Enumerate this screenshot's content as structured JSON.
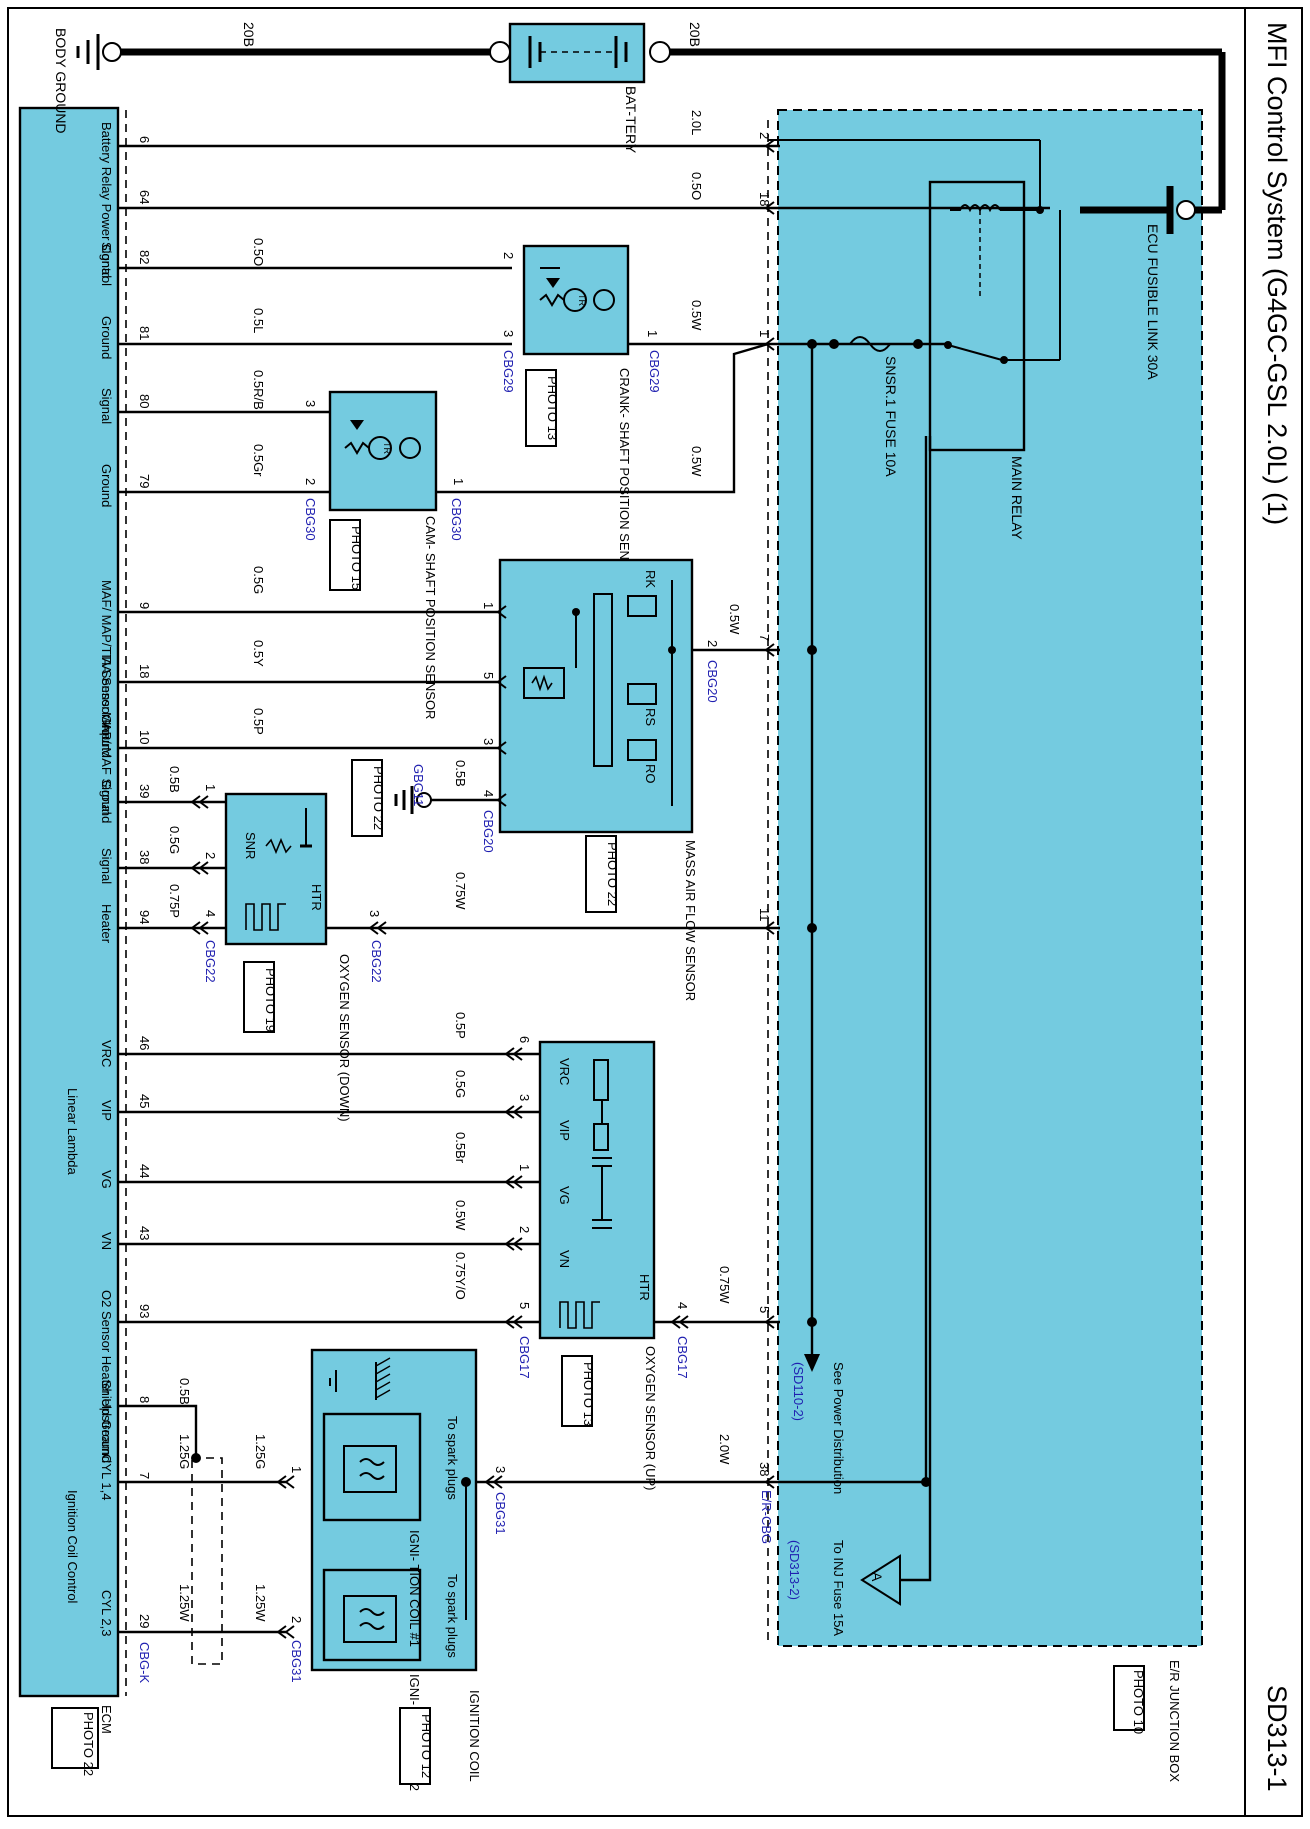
{
  "title": "MFI Control System (G4GC-GSL 2.0L) (1)",
  "page_id": "SD313-1",
  "colors": {
    "component_fill": "#74cbe0",
    "connector_text": "#1f1fb0",
    "wire": "#000000"
  },
  "top": {
    "body_ground": "BODY GROUND",
    "battery": "BAT-TERY",
    "wire_left": "20B",
    "wire_right": "20B",
    "fusible_link": "ECU FUSIBLE LINK 30A"
  },
  "junction_box": {
    "label": "E/R JUNCTION BOX",
    "photo": "PHOTO 10",
    "main_relay": "MAIN RELAY",
    "snsr_fuse": "SNSR.1 FUSE 10A",
    "see_power": "See Power Distribution",
    "see_power_ref": "(SD110-2)",
    "to_inj": "To INJ Fuse 15A",
    "to_inj_ref": "(SD313-2)",
    "conn_a": "A",
    "erc_conn": "E/R-CBG",
    "pins": [
      "2",
      "18",
      "1",
      "7",
      "11",
      "5",
      "38"
    ]
  },
  "ecm": {
    "label": "ECM",
    "photo": "PHOTO 22",
    "conn": "CBG-K",
    "signals": [
      "Battery Relay Power Control",
      "Signal",
      "Ground",
      "Signal",
      "Ground",
      "MAF/ MAP/TIA Sensor Ground",
      "TIA Sensor Input",
      "MAP/ MAF Signal",
      "Ground",
      "Signal",
      "Heater",
      "VRC",
      "VIP",
      "VG",
      "VN",
      "Linear Lambda",
      "O2 Sensor Heater Upstream",
      "Shield Ground",
      "CYL 1,4",
      "CYL 2,3",
      "Ignition Coil Control"
    ],
    "pins": [
      "6",
      "64",
      "82",
      "81",
      "80",
      "79",
      "9",
      "18",
      "10",
      "39",
      "38",
      "94",
      "46",
      "45",
      "44",
      "43",
      "93",
      "8",
      "7",
      "29"
    ]
  },
  "wires": {
    "w6": "2.0L",
    "w64": "0.5O",
    "w82": "0.5O",
    "w81": "0.5L",
    "w81r": "0.5W",
    "w80": "0.5R/B",
    "w79": "0.5Gr",
    "w79r": "0.5W",
    "w9": "0.5G",
    "w18": "0.5Y",
    "w10": "0.5P",
    "w7a": "0.5W",
    "wgnd": "0.5B",
    "w39": "0.5B",
    "w38": "0.5G",
    "w94": "0.75P",
    "w11": "0.75W",
    "w46": "0.5P",
    "w45": "0.5G",
    "w44": "0.5Br",
    "w43": "0.5W",
    "w93": "0.75Y/O",
    "w5": "0.75W",
    "w8": "0.5B",
    "w7": "1.25G",
    "w7b": "1.25G",
    "w38b": "2.0W",
    "w29": "1.25W",
    "w29b": "1.25W"
  },
  "ckp": {
    "name": "CRANK- SHAFT POSITION SENSOR",
    "photo": "PHOTO 13",
    "conn": "CBG29",
    "pins": [
      "2",
      "3",
      "1"
    ],
    "tr": "TR"
  },
  "cmp": {
    "name": "CAM- SHAFT POSITION SENSOR",
    "photo": "PHOTO 15",
    "conn": "CBG30",
    "pins": [
      "3",
      "2",
      "1"
    ],
    "tr": "TR"
  },
  "maf": {
    "name": "MASS AIR FLOW SENSOR",
    "photo": "PHOTO 22",
    "conn": "CBG20",
    "pins": [
      "1",
      "5",
      "3",
      "4",
      "2"
    ],
    "rk": "RK",
    "rs": "RS",
    "ro": "RO"
  },
  "gnd_gbg11": {
    "label": "GBG11",
    "photo": "PHOTO 22"
  },
  "o2_down": {
    "name": "OXYGEN SENSOR (DOWN)",
    "photo": "PHOTO 19",
    "conn": "CBG22",
    "pins": [
      "1",
      "2",
      "4",
      "3"
    ],
    "snr": "SNR",
    "htr": "HTR"
  },
  "o2_up": {
    "name": "OXYGEN SENSOR (UP)",
    "photo": "PHOTO 13",
    "conn": "CBG17",
    "pins": [
      "6",
      "3",
      "1",
      "2",
      "5",
      "4"
    ],
    "labels": [
      "VRC",
      "VIP",
      "VG",
      "VN",
      "HTR"
    ]
  },
  "ign": {
    "name": "IGNITION COIL",
    "photo": "PHOTO 12",
    "conn": "CBG31",
    "pins": [
      "1",
      "2",
      "3"
    ],
    "coil1": "IGNI- TION COIL #1",
    "coil2": "IGNI- TION COIL #2",
    "plugs": "To spark plugs"
  }
}
